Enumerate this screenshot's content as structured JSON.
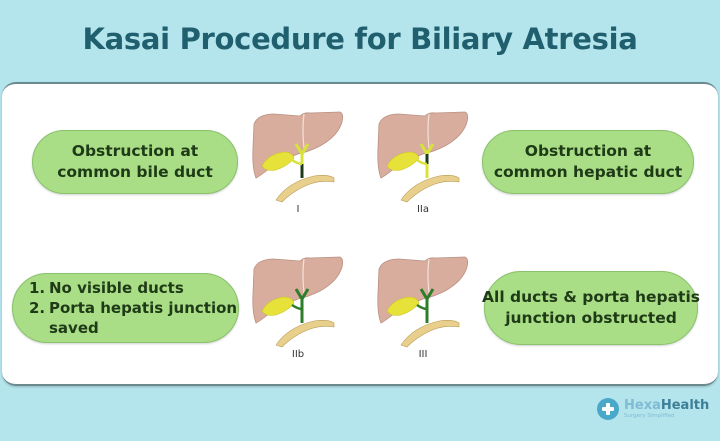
{
  "title": "Kasai Procedure for Biliary Atresia",
  "types": [
    {
      "id": "I",
      "label": "I",
      "description_lines": [
        "Obstruction at",
        "common bile duct"
      ],
      "obstruction": "common-bile-duct"
    },
    {
      "id": "IIa",
      "label": "IIa",
      "description_lines": [
        "Obstruction at",
        "common hepatic duct"
      ],
      "obstruction": "common-hepatic-duct"
    },
    {
      "id": "IIb",
      "label": "IIb",
      "description_list": [
        {
          "num": "1.",
          "text": "No visible ducts"
        },
        {
          "num": "2.",
          "text": "Porta hepatis junction"
        },
        {
          "num": "",
          "text": "saved"
        }
      ],
      "obstruction": "no-visible-ducts"
    },
    {
      "id": "III",
      "label": "III",
      "description_lines": [
        "All ducts & porta hepatis",
        "junction obstructed"
      ],
      "obstruction": "all-ducts"
    }
  ],
  "logo": {
    "name_part1": "Hexa",
    "name_part2": "Health",
    "tagline": "Surgery Simplified"
  },
  "colors": {
    "background": "#b4e4ec",
    "title": "#1f5f6e",
    "pill_fill": "#a9dd86",
    "liver": "#d9ad9e",
    "gallbladder": "#e6e23a",
    "duct_open": "#d7e33a",
    "duct_obstructed_dark": "#1d3a1a",
    "duct_obstructed_green": "#2e7d2a",
    "intestine": "#e8cf8c"
  }
}
